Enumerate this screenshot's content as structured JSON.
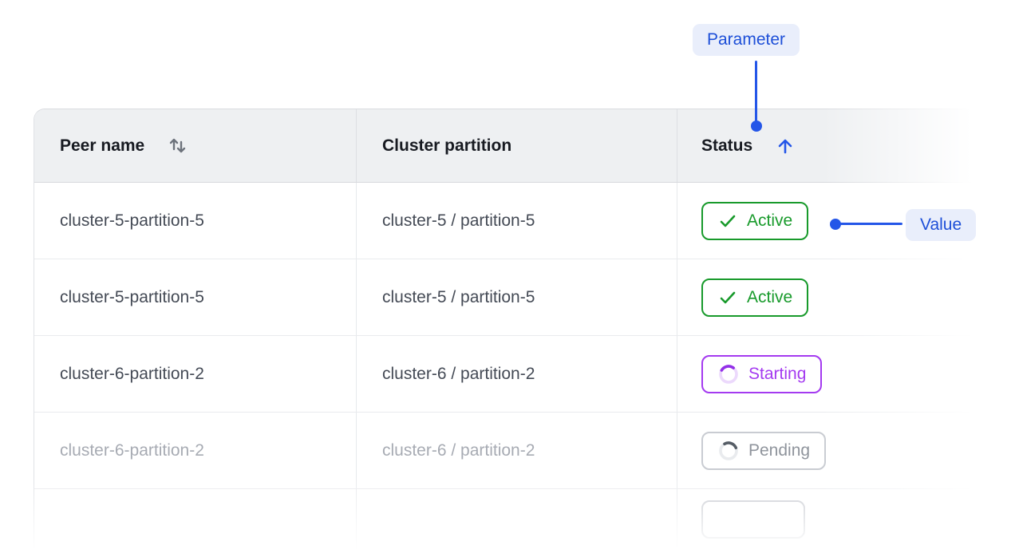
{
  "annotations": {
    "parameter_label": "Parameter",
    "value_label": "Value",
    "accent_color": "#2456e8",
    "chip_background": "#e9eefb"
  },
  "table": {
    "columns": [
      {
        "label": "Peer name",
        "sortable": true,
        "sort_icon": "sort-both-icon",
        "sorted": "none"
      },
      {
        "label": "Cluster partition",
        "sortable": false,
        "sorted": "none"
      },
      {
        "label": "Status",
        "sortable": true,
        "sort_icon": "arrow-up-icon",
        "sorted": "ascending"
      }
    ],
    "rows": [
      {
        "peer_name": "cluster-5-partition-5",
        "cluster_partition": "cluster-5 / partition-5",
        "status": {
          "label": "Active",
          "state": "active",
          "icon": "check-icon",
          "color": "#189a2b"
        }
      },
      {
        "peer_name": "cluster-5-partition-5",
        "cluster_partition": "cluster-5 / partition-5",
        "status": {
          "label": "Active",
          "state": "active",
          "icon": "check-icon",
          "color": "#189a2b"
        }
      },
      {
        "peer_name": "cluster-6-partition-2",
        "cluster_partition": "cluster-6 / partition-2",
        "status": {
          "label": "Starting",
          "state": "starting",
          "icon": "spinner-icon",
          "color": "#a43af0"
        }
      },
      {
        "peer_name": "cluster-6-partition-2",
        "cluster_partition": "cluster-6 / partition-2",
        "status": {
          "label": "Pending",
          "state": "pending",
          "icon": "spinner-icon",
          "color": "#8f949c"
        },
        "faded": true
      },
      {
        "peer_name": "",
        "cluster_partition": "",
        "status": {
          "label": "",
          "state": "pending",
          "color": "#c9ccd2"
        },
        "cutoff": true
      }
    ],
    "colors": {
      "header_background": "#eef0f2",
      "header_text": "#171a21",
      "body_text": "#444a55",
      "faded_text": "#a7abb3",
      "border": "#e9ebee"
    }
  }
}
